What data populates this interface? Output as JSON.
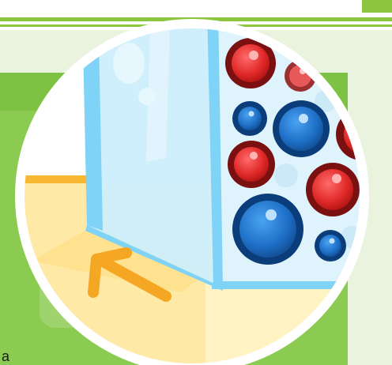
{
  "scene": {
    "description_free": true,
    "text_fragments": [
      "a"
    ],
    "colors": {
      "background_white": "#ffffff",
      "strip_green": "#8cc63f",
      "panel_pale_green": "#eaf3dd",
      "panel_green": "#7dc242",
      "floor_yellow": "#fff3c4",
      "floor_shadow": "#ffe08a",
      "baseboard_orange": "#f7b733",
      "arrow_orange": "#f5a623",
      "glass_light": "#cdeefc",
      "glass_edge": "#7fd3f7",
      "water_blue": "#dff3fd",
      "ball_red": "#e02828",
      "ball_red_dark": "#7a1010",
      "ball_blue": "#1e6fc7",
      "ball_blue_dark": "#0b3d7a"
    },
    "icons": [
      "circle-lens",
      "arrow-icon",
      "glass-pane",
      "molecule-balls"
    ]
  }
}
